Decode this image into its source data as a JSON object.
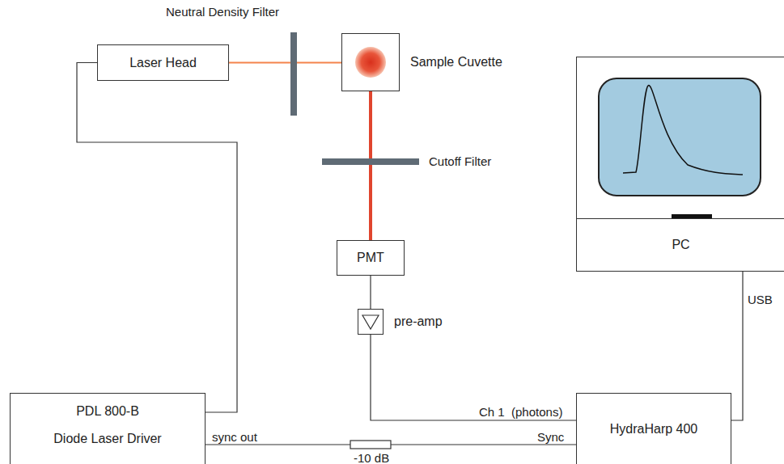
{
  "diagram": {
    "nodes": [
      {
        "text": [
          "Laser Head"
        ]
      },
      {
        "text": [
          "Sample Cuvette"
        ]
      },
      {
        "text": [
          "PC"
        ]
      },
      {
        "text": [
          "PMT"
        ]
      },
      {
        "text": [
          "pre-amp"
        ]
      },
      {
        "text": [
          "PDL 800-B",
          "Diode Laser Driver"
        ]
      },
      {
        "text": [
          "HydraHarp 400"
        ]
      }
    ],
    "edges": [
      {
        "from": 0,
        "to": 1,
        "arrow": "none"
      },
      {
        "from": 1,
        "to": 3,
        "arrow": "none"
      },
      {
        "from": 3,
        "to": 4,
        "arrow": "none"
      },
      {
        "from": 4,
        "to": 6,
        "label": "Ch 1  (photons)",
        "arrow": "none"
      },
      {
        "from": 5,
        "to": 6,
        "label": "-10 dB",
        "arrow": "none"
      },
      {
        "from": 6,
        "to": 2,
        "label": "USB",
        "arrow": "none"
      },
      {
        "from": 5,
        "to": 0,
        "arrow": "none"
      }
    ],
    "labels": [
      "Neutral Density Filter",
      "Cutoff Filter",
      "sync out",
      "Sync"
    ]
  }
}
